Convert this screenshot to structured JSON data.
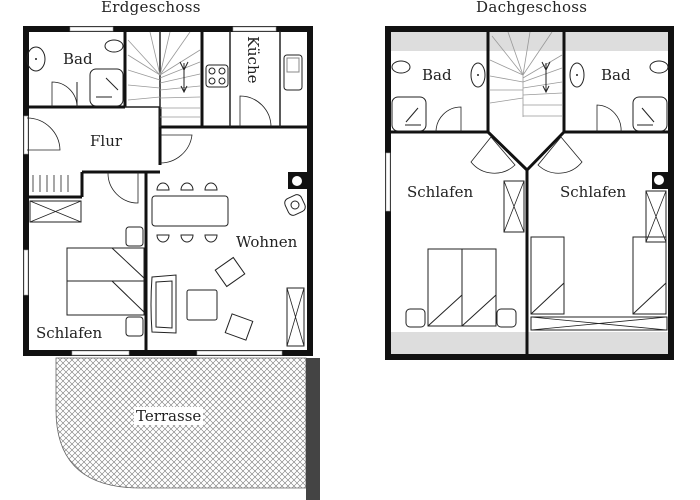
{
  "floors": [
    {
      "title": "Erdgeschoss",
      "rooms": [
        {
          "name": "Bad"
        },
        {
          "name": "Küche"
        },
        {
          "name": "Flur"
        },
        {
          "name": "Wohnen"
        },
        {
          "name": "Schlafen"
        },
        {
          "name": "Terrasse"
        }
      ]
    },
    {
      "title": "Dachgeschoss",
      "rooms": [
        {
          "name": "Bad"
        },
        {
          "name": "Bad"
        },
        {
          "name": "Schlafen"
        },
        {
          "name": "Schlafen"
        }
      ]
    }
  ],
  "colors": {
    "wall": "#111111",
    "line": "#333333",
    "slope_shade": "#dddddd",
    "terrace_wall": "#444444"
  }
}
